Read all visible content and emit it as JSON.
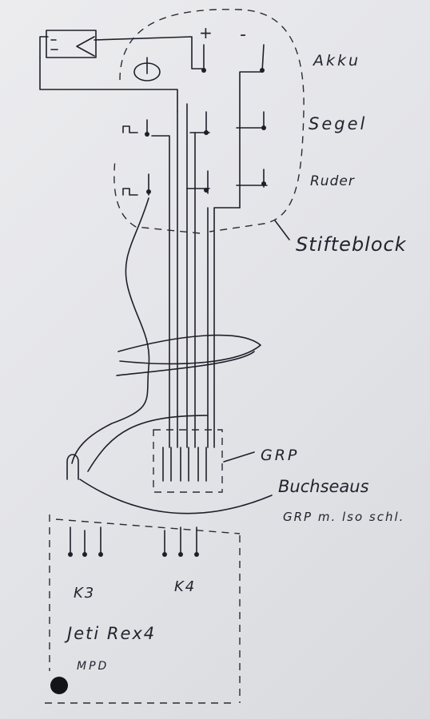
{
  "diagram": {
    "polarity": {
      "plus": "+",
      "minus": "-"
    },
    "rows": {
      "akku": "Akku",
      "segel": "Segel",
      "ruder": "Ruder"
    },
    "pin_block_label": "Stifteblock",
    "grp_label": "GRP",
    "grp_note_line1": "Buchseaus",
    "grp_note_line2": "GRP m. lso schl.",
    "receiver": {
      "channel_a": "K3",
      "channel_b": "K4",
      "model": "Jeti Rex4",
      "mode": "MPD"
    },
    "colors": {
      "paper": "#e6e6e9",
      "ink": "#1f1f2a"
    }
  }
}
